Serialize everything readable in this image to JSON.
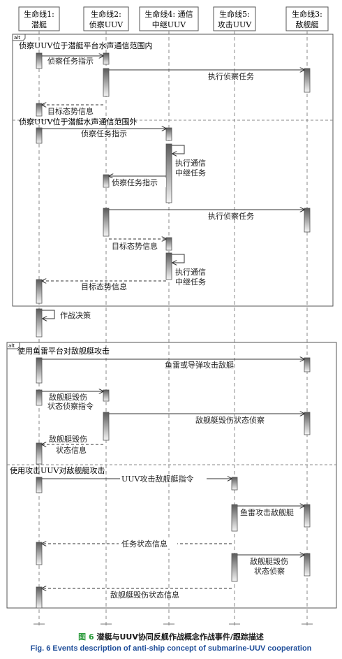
{
  "lifelines": [
    {
      "id": "sub",
      "label_line1": "生命线1:",
      "label_line2": "潜艇"
    },
    {
      "id": "recon",
      "label_line1": "生命线2:",
      "label_line2": "侦察UUV"
    },
    {
      "id": "relay",
      "label_line1": "生命线4: 通信",
      "label_line2": "中继UUV"
    },
    {
      "id": "attack",
      "label_line1": "生命线5:",
      "label_line2": "攻击UUV"
    },
    {
      "id": "enemy",
      "label_line1": "生命线3:",
      "label_line2": "敌舰艇"
    }
  ],
  "fragments": [
    {
      "tag": "alt",
      "conditions": [
        "侦察UUV位于潜艇平台水声通信范围内",
        "侦察UUV位于潜艇水声通信范围外"
      ]
    },
    {
      "tag": "alt",
      "conditions": [
        "使用鱼雷平台对敌舰艇攻击",
        "使用攻击UUV对敌舰艇攻击"
      ]
    }
  ],
  "messages": [
    {
      "id": "m1",
      "lines": [
        "侦察任务指示"
      ]
    },
    {
      "id": "m2",
      "lines": [
        "执行侦察任务"
      ]
    },
    {
      "id": "m3",
      "lines": [
        "目标态势信息"
      ]
    },
    {
      "id": "m4",
      "lines": [
        "侦察任务指示"
      ]
    },
    {
      "id": "m5",
      "lines": [
        "执行通信",
        "中继任务"
      ]
    },
    {
      "id": "m6",
      "lines": [
        "侦察任务指示"
      ]
    },
    {
      "id": "m7",
      "lines": [
        "执行侦察任务"
      ]
    },
    {
      "id": "m8",
      "lines": [
        "目标态势信息"
      ]
    },
    {
      "id": "m9",
      "lines": [
        "执行通信",
        "中继任务"
      ]
    },
    {
      "id": "m10",
      "lines": [
        "目标态势信息"
      ]
    },
    {
      "id": "m11",
      "lines": [
        "作战决策"
      ]
    },
    {
      "id": "m12",
      "lines": [
        "鱼雷或导弹攻击敌艇"
      ]
    },
    {
      "id": "m13",
      "lines": [
        "敌舰艇毁伤",
        "状态侦察指令"
      ]
    },
    {
      "id": "m14",
      "lines": [
        "敌舰艇毁伤状态侦察"
      ]
    },
    {
      "id": "m15",
      "lines": [
        "敌舰艇毁伤",
        "状态信息"
      ]
    },
    {
      "id": "m16",
      "lines": [
        "UUV攻击敌舰艇指令"
      ]
    },
    {
      "id": "m17",
      "lines": [
        "鱼雷攻击敌舰艇"
      ]
    },
    {
      "id": "m18",
      "lines": [
        "任务状态信息"
      ]
    },
    {
      "id": "m19",
      "lines": [
        "敌舰艇毁伤",
        "状态侦察"
      ]
    },
    {
      "id": "m20",
      "lines": [
        "敌舰艇毁伤状态信息"
      ]
    }
  ],
  "caption": {
    "fig_zh": "图 6",
    "title_zh": "潜艇与UUV协同反舰作战概念作战事件/跟踪描述",
    "fig_en": "Fig. 6",
    "title_en": "Events description of anti-ship concept of submarine-UUV cooperation"
  },
  "colors": {
    "fig_label_green": "#2a9a3a",
    "caption_blue": "#1f4e9a",
    "line": "#333333"
  }
}
